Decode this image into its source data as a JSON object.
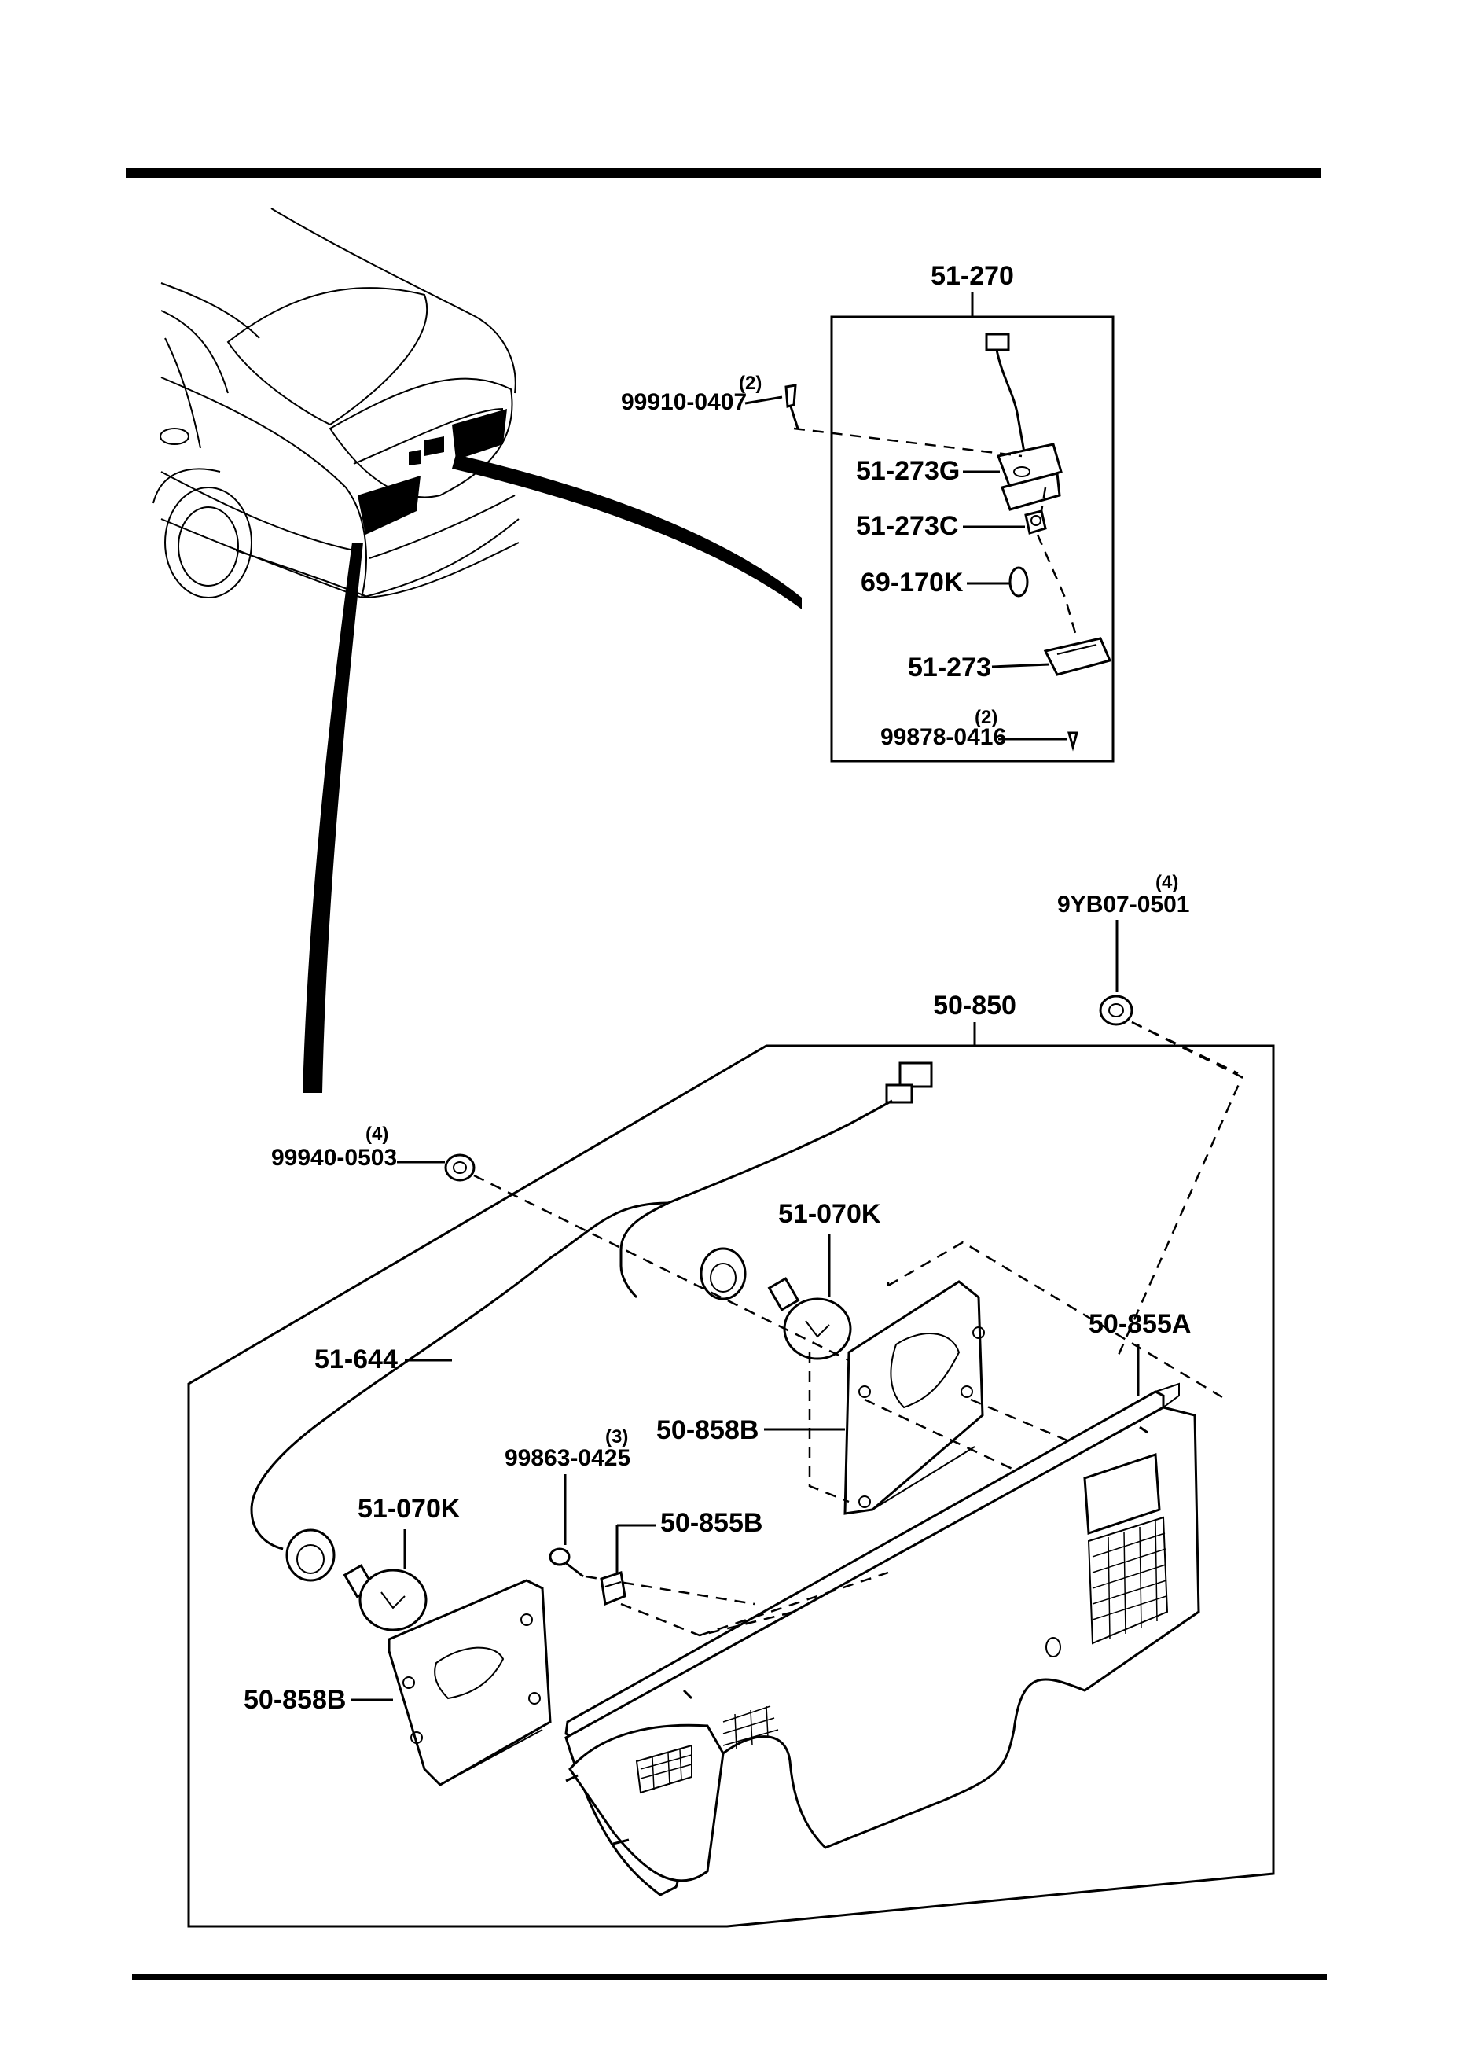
{
  "labels": {
    "p_51_270": "51-270",
    "p_99910_0407": "99910-0407",
    "q_99910_0407": "(2)",
    "p_51_273G": "51-273G",
    "p_51_273C": "51-273C",
    "p_69_170K": "69-170K",
    "p_51_273": "51-273",
    "p_99878_0416": "99878-0416",
    "q_99878_0416": "(2)",
    "p_9YB07_0501": "9YB07-0501",
    "q_9YB07_0501": "(4)",
    "p_50_850": "50-850",
    "p_99940_0503": "99940-0503",
    "q_99940_0503": "(4)",
    "p_51_070K_upper": "51-070K",
    "p_50_855A": "50-855A",
    "p_51_644": "51-644",
    "p_50_858B_upper": "50-858B",
    "p_99863_0425": "99863-0425",
    "q_99863_0425": "(3)",
    "p_51_070K_lower": "51-070K",
    "p_50_855B": "50-855B",
    "p_50_858B_lower": "50-858B"
  }
}
